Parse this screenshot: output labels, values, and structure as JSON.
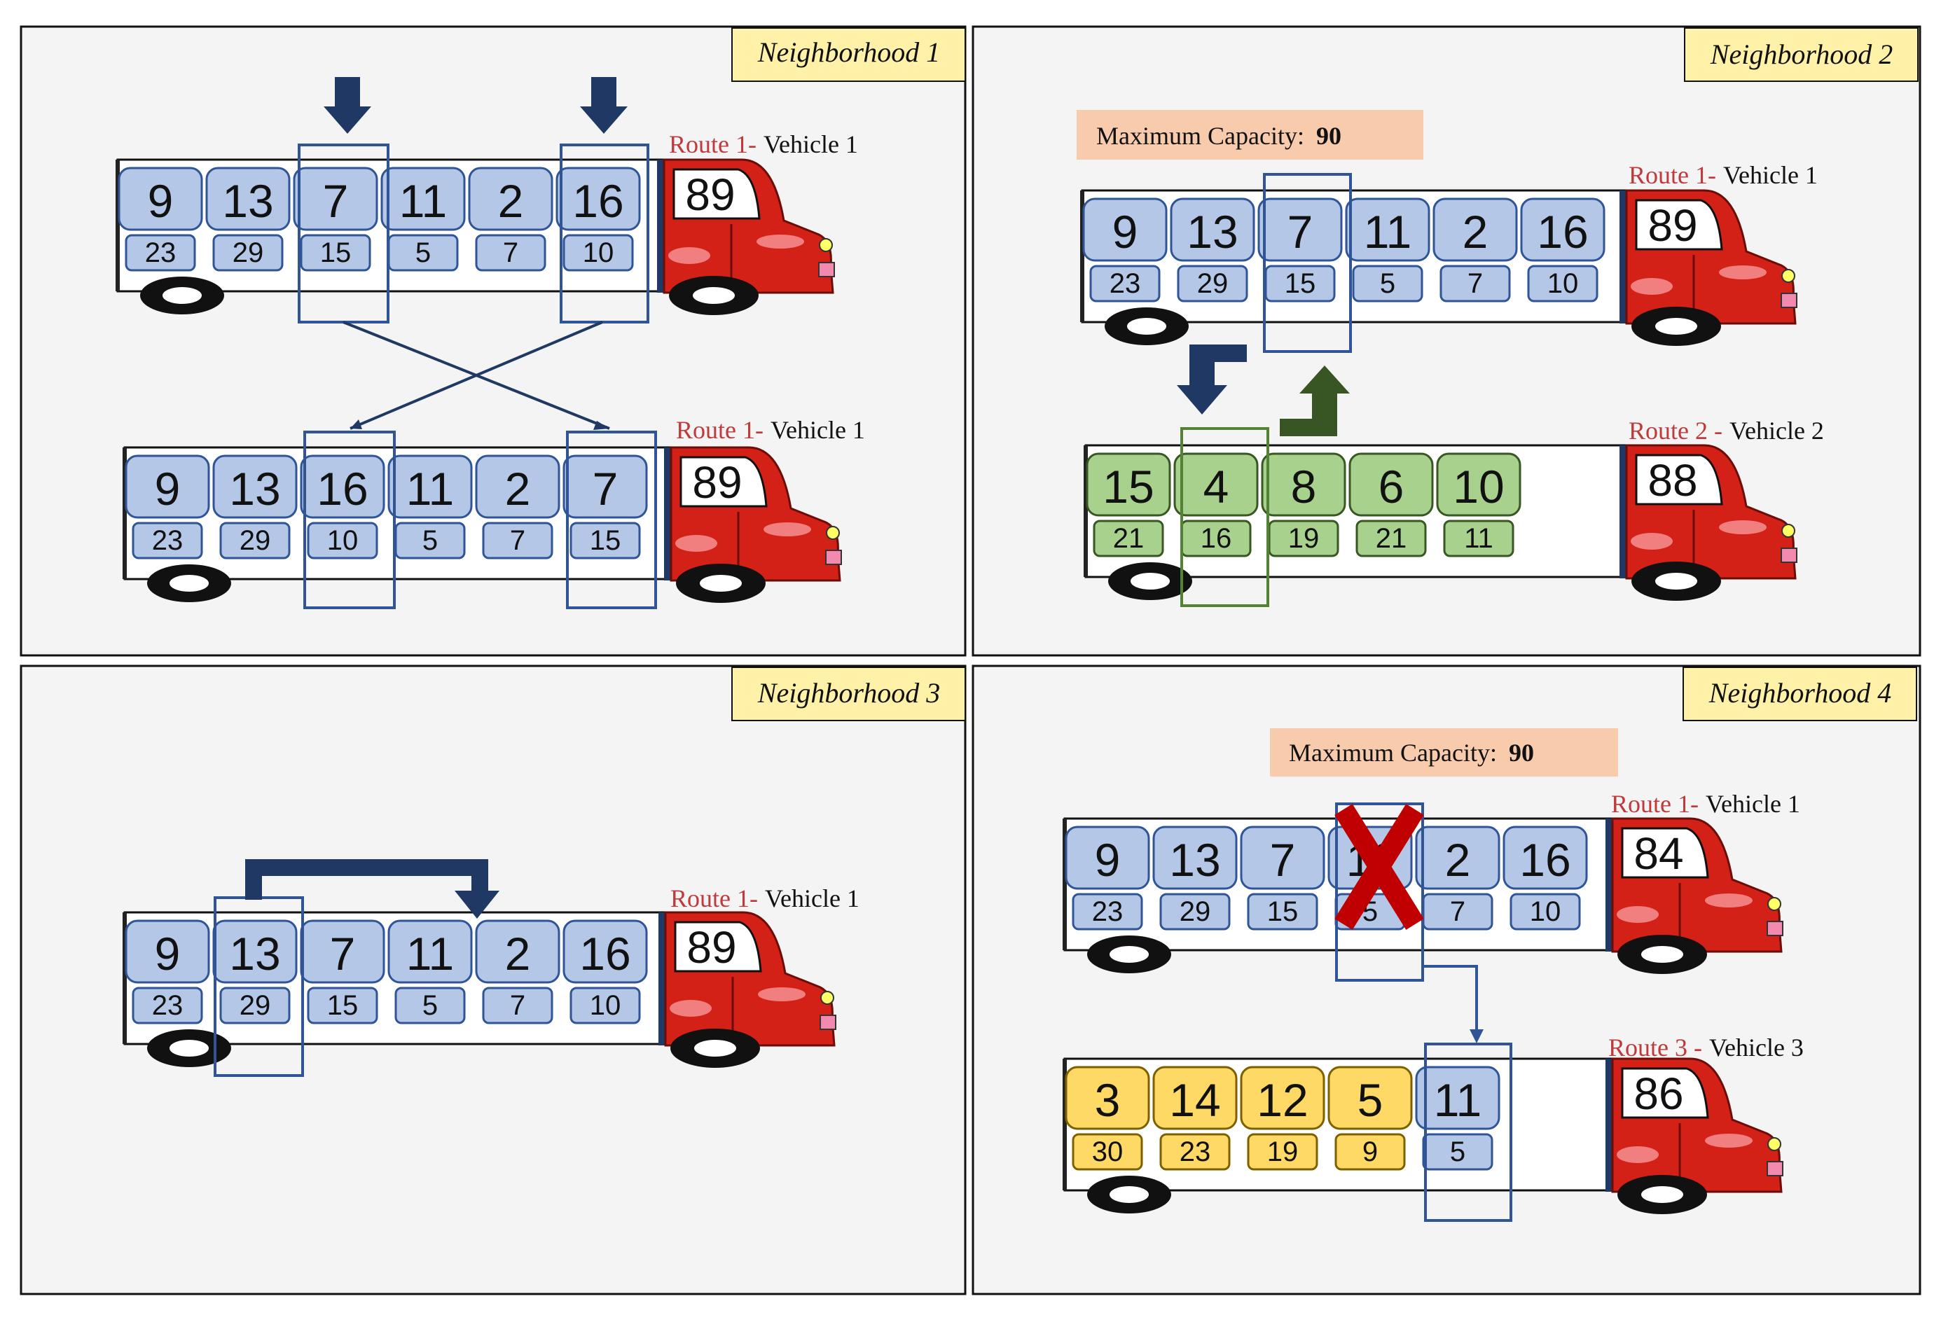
{
  "colors": {
    "panel_bg": "#f4f4f4",
    "label_bg": "#fff2a8",
    "capacity_bg": "#f8cbad",
    "route_red": "#c0393b",
    "blue_box": "#b4c7e7",
    "blue_border": "#2f5597",
    "green_box": "#a9d18e",
    "green_border": "#385723",
    "yellow_box": "#ffd966",
    "yellow_border": "#7f6000",
    "arrow_navy": "#1f3864",
    "arrow_green": "#375623",
    "cross_red": "#c00000",
    "truck_red": "#d32117"
  },
  "panels": [
    {
      "label": "Neighborhood 1"
    },
    {
      "label": "Neighborhood 2"
    },
    {
      "label": "Neighborhood 3"
    },
    {
      "label": "Neighborhood 4"
    }
  ],
  "capacity": {
    "prefix": "Maximum Capacity:",
    "value": "90"
  },
  "trucks": [
    {
      "id": "n1-top",
      "route": "Route 1-",
      "vehicle": "Vehicle 1",
      "load": "89",
      "color": "blue",
      "customers": [
        {
          "n": "9",
          "d": "23"
        },
        {
          "n": "13",
          "d": "29"
        },
        {
          "n": "7",
          "d": "15"
        },
        {
          "n": "11",
          "d": "5"
        },
        {
          "n": "2",
          "d": "7"
        },
        {
          "n": "16",
          "d": "10"
        }
      ]
    },
    {
      "id": "n1-bottom",
      "route": "Route 1-",
      "vehicle": "Vehicle 1",
      "load": "89",
      "color": "blue",
      "customers": [
        {
          "n": "9",
          "d": "23"
        },
        {
          "n": "13",
          "d": "29"
        },
        {
          "n": "16",
          "d": "10"
        },
        {
          "n": "11",
          "d": "5"
        },
        {
          "n": "2",
          "d": "7"
        },
        {
          "n": "7",
          "d": "15"
        }
      ]
    },
    {
      "id": "n2-top",
      "route": "Route 1-",
      "vehicle": "Vehicle 1",
      "load": "89",
      "color": "blue",
      "customers": [
        {
          "n": "9",
          "d": "23"
        },
        {
          "n": "13",
          "d": "29"
        },
        {
          "n": "7",
          "d": "15"
        },
        {
          "n": "11",
          "d": "5"
        },
        {
          "n": "2",
          "d": "7"
        },
        {
          "n": "16",
          "d": "10"
        }
      ]
    },
    {
      "id": "n2-bottom",
      "route": "Route 2 -",
      "vehicle": "Vehicle 2",
      "load": "88",
      "color": "green",
      "customers": [
        {
          "n": "15",
          "d": "21"
        },
        {
          "n": "4",
          "d": "16"
        },
        {
          "n": "8",
          "d": "19"
        },
        {
          "n": "6",
          "d": "21"
        },
        {
          "n": "10",
          "d": "11"
        }
      ]
    },
    {
      "id": "n3",
      "route": "Route 1-",
      "vehicle": "Vehicle 1",
      "load": "89",
      "color": "blue",
      "customers": [
        {
          "n": "9",
          "d": "23"
        },
        {
          "n": "13",
          "d": "29"
        },
        {
          "n": "7",
          "d": "15"
        },
        {
          "n": "11",
          "d": "5"
        },
        {
          "n": "2",
          "d": "7"
        },
        {
          "n": "16",
          "d": "10"
        }
      ]
    },
    {
      "id": "n4-top",
      "route": "Route 1-",
      "vehicle": "Vehicle 1",
      "load": "84",
      "color": "blue",
      "customers": [
        {
          "n": "9",
          "d": "23"
        },
        {
          "n": "13",
          "d": "29"
        },
        {
          "n": "7",
          "d": "15"
        },
        {
          "n": "11",
          "d": "5"
        },
        {
          "n": "2",
          "d": "7"
        },
        {
          "n": "16",
          "d": "10"
        }
      ]
    },
    {
      "id": "n4-bottom",
      "route": "Route 3 -",
      "vehicle": "Vehicle 3",
      "load": "86",
      "color": "yellow",
      "customers": [
        {
          "n": "3",
          "d": "30"
        },
        {
          "n": "14",
          "d": "23"
        },
        {
          "n": "12",
          "d": "19"
        },
        {
          "n": "5",
          "d": "9"
        },
        {
          "n": "11",
          "d": "5",
          "color": "blue"
        }
      ]
    }
  ]
}
